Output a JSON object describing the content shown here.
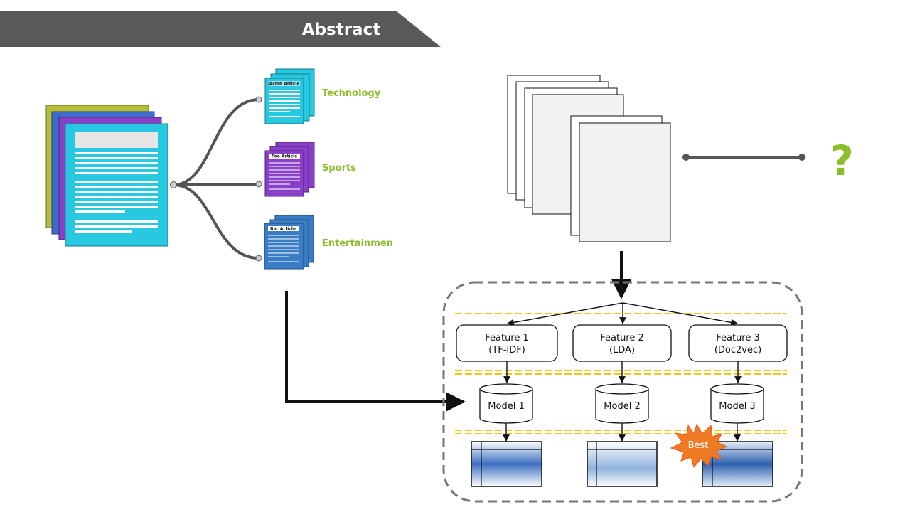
{
  "header": {
    "title": "Abstract"
  },
  "categories": [
    {
      "label": "Technology",
      "article": "Acme Article",
      "color": "#28c8e0"
    },
    {
      "label": "Sports",
      "article": "Foo Article",
      "color": "#8a3fc8"
    },
    {
      "label": "Entertainmen",
      "article": "Bar Article",
      "color": "#3a7dc4"
    }
  ],
  "unknown": {
    "symbol": "?"
  },
  "features": [
    {
      "name": "Feature 1",
      "method": "(TF-IDF)"
    },
    {
      "name": "Feature 2",
      "method": "(LDA)"
    },
    {
      "name": "Feature 3",
      "method": "(Doc2vec)"
    }
  ],
  "models": [
    {
      "label": "Model 1"
    },
    {
      "label": "Model 2"
    },
    {
      "label": "Model 3"
    }
  ],
  "best_badge": {
    "label": "Best",
    "color": "#f07a24"
  },
  "colors": {
    "accent_green": "#8cbd2a",
    "header_gray": "#595959",
    "dash_yellow": "#f5c518"
  }
}
